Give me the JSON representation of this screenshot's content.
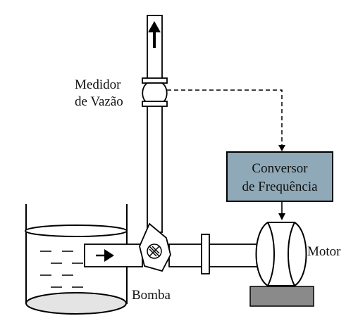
{
  "labels": {
    "flowmeter_line1": "Medidor",
    "flowmeter_line2": "de Vazão",
    "converter_line1": "Conversor",
    "converter_line2": "de Frequência",
    "motor": "Motor",
    "pump": "Bomba"
  },
  "colors": {
    "converter_fill": "#8fa9b8",
    "motor_base_fill": "#8a8a8a",
    "tank_bottom_fill": "#e4e4e4",
    "line": "#000000"
  },
  "icons": {
    "flow_arrow": "up-arrow",
    "inlet_arrow": "right-arrow",
    "impeller": "crossed-circle"
  }
}
